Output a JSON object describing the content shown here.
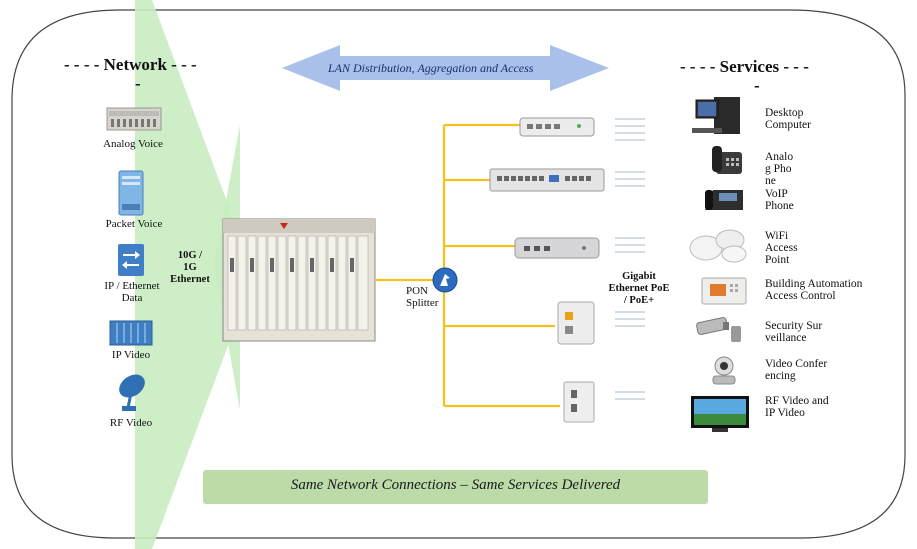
{
  "network_title": "- - - - Network - - -",
  "network_title_tail": "-",
  "services_title": "- - - - Services - - -",
  "services_title_tail": "-",
  "lan_label": "LAN Distribution, Aggregation and Access",
  "network_items": [
    {
      "label": "Analog Voice",
      "icon": "analog-voice-icon"
    },
    {
      "label": "Packet Voice",
      "icon": "packet-voice-icon"
    },
    {
      "label": "IP / Ethernet Data",
      "icon": "ip-ethernet-data-icon"
    },
    {
      "label": "IP Video",
      "icon": "ip-video-icon"
    },
    {
      "label": "RF Video",
      "icon": "rf-video-icon"
    }
  ],
  "uplink_label": "10G / 1G Ethernet",
  "pon_label": "PON Splitter",
  "gigabit_label": "Gigabit Ethernet PoE / PoE+",
  "services": [
    {
      "label": "Desktop Computer",
      "icon": "desktop-computer-icon"
    },
    {
      "label": "Analog Phone",
      "icon": "analog-phone-icon"
    },
    {
      "label": "VoIP Phone",
      "icon": "voip-phone-icon"
    },
    {
      "label": "WiFi Access Point",
      "icon": "wifi-access-point-icon"
    },
    {
      "label": "Building Automation Access Control",
      "icon": "building-automation-icon"
    },
    {
      "label": "Security Surveillance",
      "icon": "security-camera-icon"
    },
    {
      "label": "Video Conferencing",
      "icon": "video-conferencing-icon"
    },
    {
      "label": "RF Video and IP Video",
      "icon": "tv-icon"
    }
  ],
  "footer_label": "Same Network Connections – Same Services Delivered",
  "colors": {
    "accent_green": "#c8ecc0",
    "line_yellow": "#f4c21a",
    "arrow_blue": "#a9c1ea",
    "footer_green": "#bcdba8"
  }
}
